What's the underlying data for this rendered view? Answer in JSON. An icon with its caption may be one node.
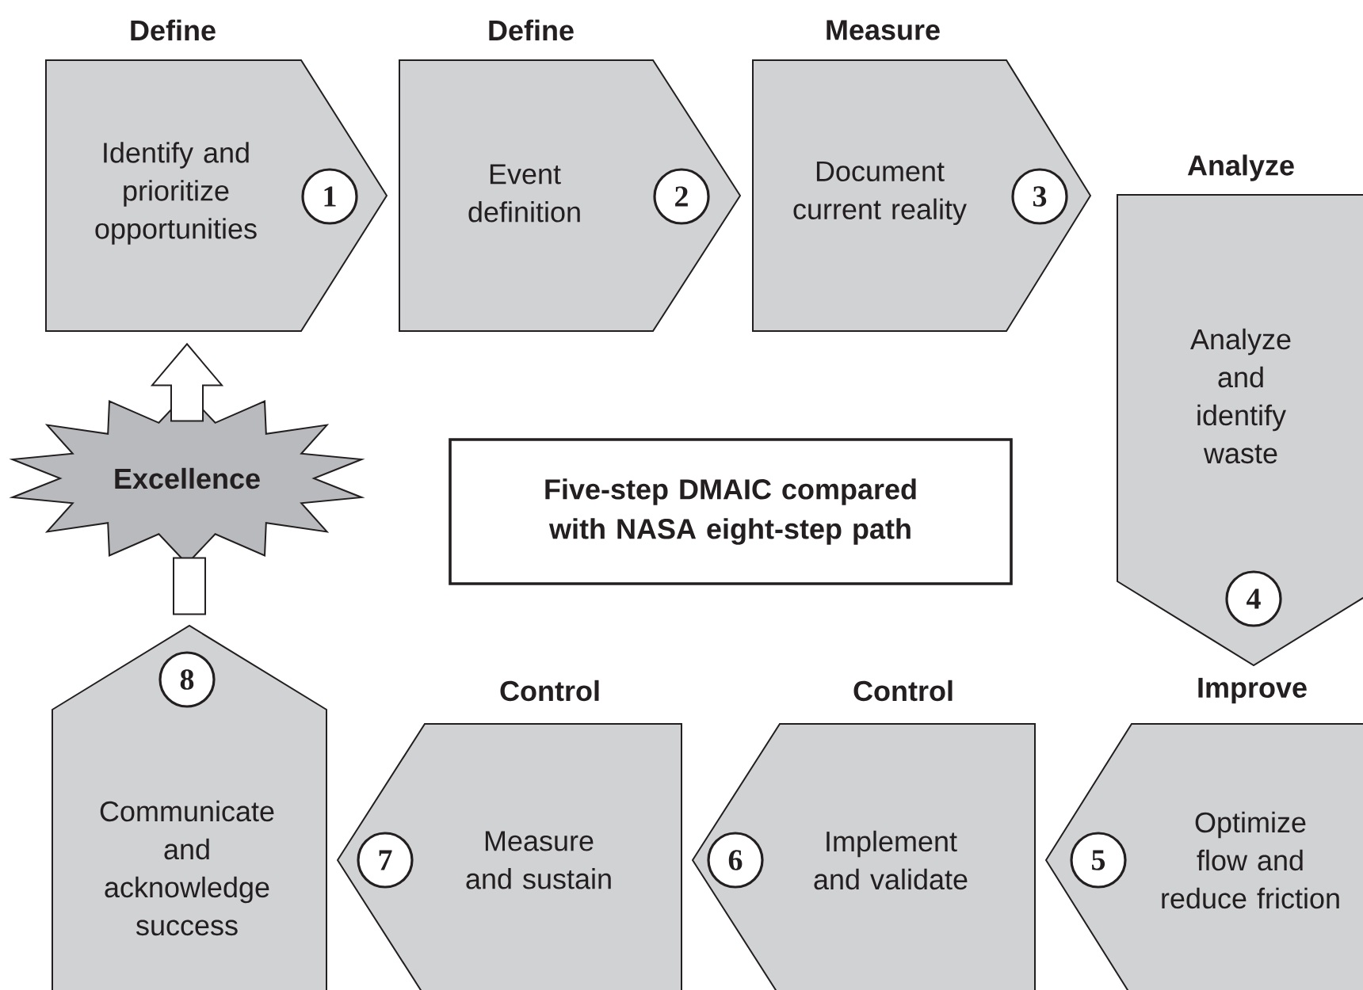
{
  "diagram": {
    "nodes": [
      {
        "text": [
          "Define",
          "Identify and prioritize opportunities"
        ]
      },
      {
        "text": [
          "1"
        ],
        "in": 0
      },
      {
        "text": [
          "Define",
          "Event definition"
        ]
      },
      {
        "text": [
          "2"
        ],
        "in": 2
      },
      {
        "text": [
          "Measure",
          "Document current reality"
        ]
      },
      {
        "text": [
          "3"
        ],
        "in": 4
      },
      {
        "text": [
          "Analyze",
          "Analyze and identify waste"
        ]
      },
      {
        "text": [
          "4"
        ],
        "in": 6
      },
      {
        "text": [
          "Improve",
          "Optimize flow and reduce friction"
        ]
      },
      {
        "text": [
          "5"
        ],
        "in": 8
      },
      {
        "text": [
          "Control",
          "Implement and validate"
        ]
      },
      {
        "text": [
          "6"
        ],
        "in": 10
      },
      {
        "text": [
          "Control",
          "Measure and sustain"
        ]
      },
      {
        "text": [
          "7"
        ],
        "in": 12
      },
      {
        "text": [
          "Communicate and acknowledge success"
        ]
      },
      {
        "text": [
          "8"
        ],
        "in": 14
      },
      {
        "text": [
          "Excellence"
        ]
      },
      {
        "text": [
          "Five-step DMAIC compared with NASA eight-step path"
        ]
      }
    ],
    "edges": [
      {
        "from": 16,
        "to": 0,
        "arrow": "to"
      },
      {
        "from": 14,
        "to": 16,
        "arrow": "none"
      }
    ]
  }
}
